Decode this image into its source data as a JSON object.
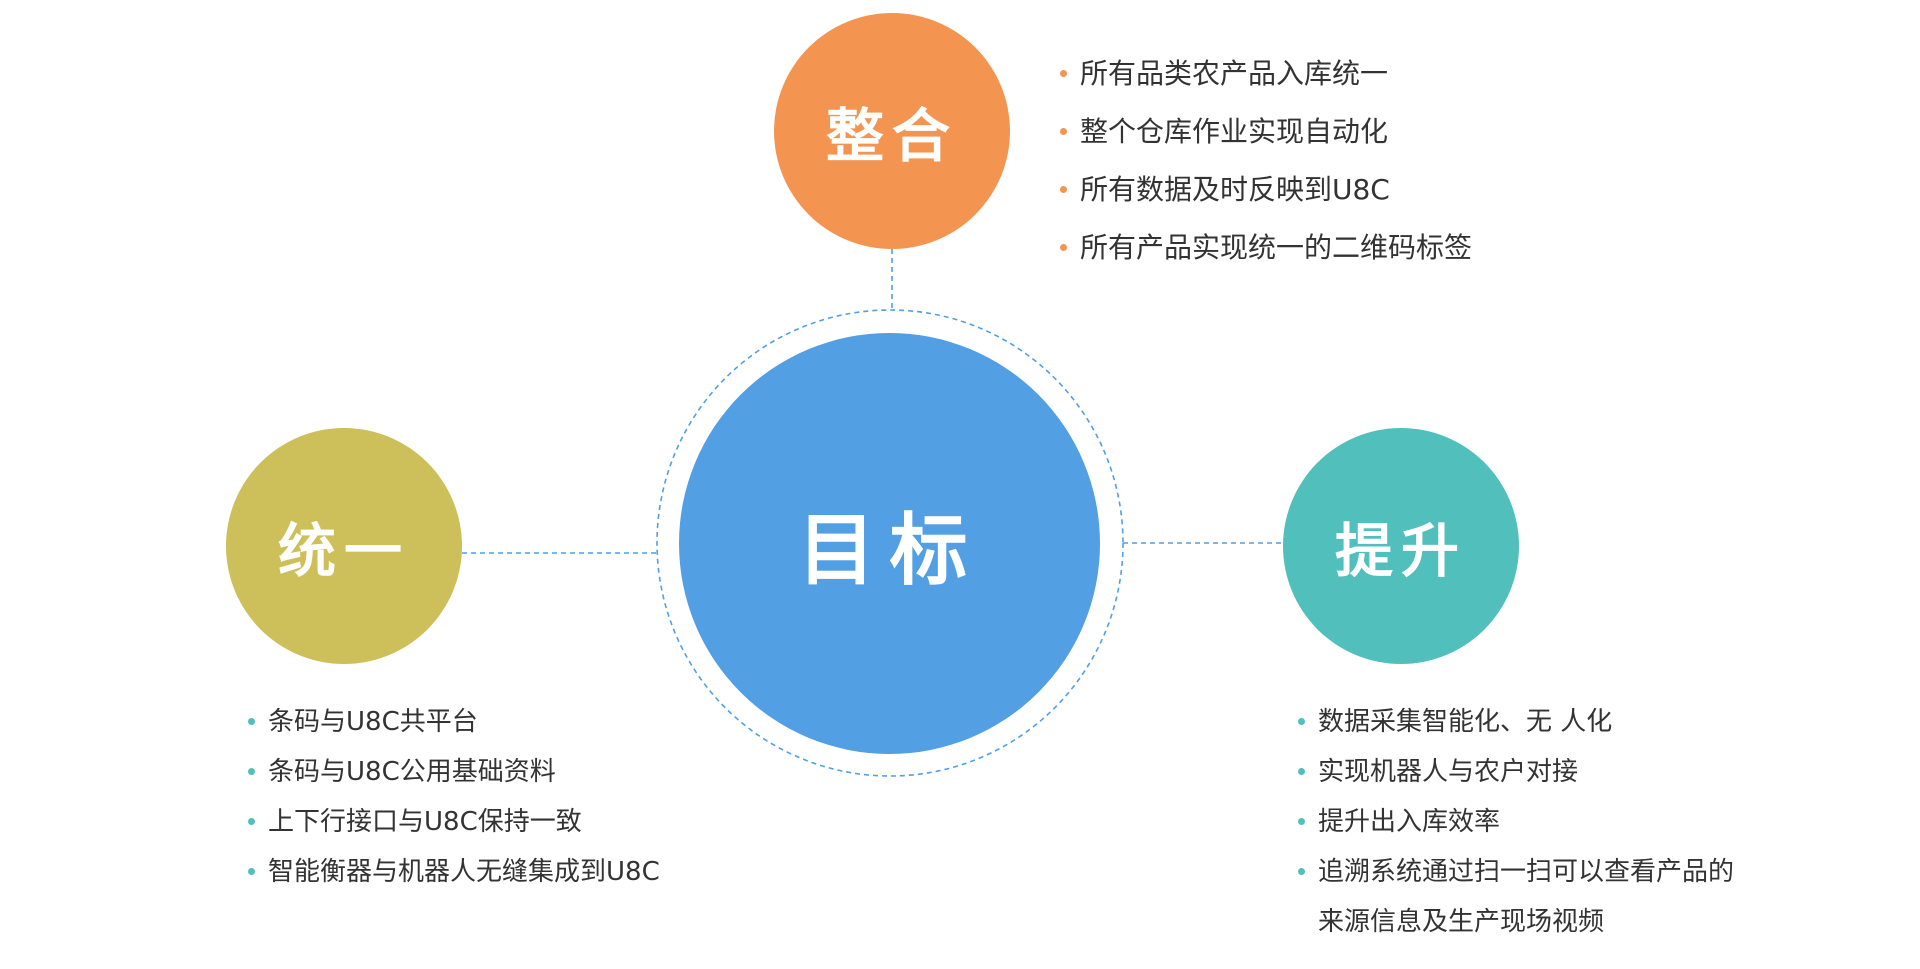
{
  "colors": {
    "center": "#529fe3",
    "top": "#f39550",
    "left": "#cdbf59",
    "right": "#51bfbc",
    "connector": "#529fe3",
    "text": "#333333"
  },
  "center": {
    "label": "目标"
  },
  "nodes": {
    "top": {
      "label": "整合",
      "bullets": [
        "所有品类农产品入库统一",
        "整个仓库作业实现自动化",
        "所有数据及时反映到U8C",
        "所有产品实现统一的二维码标签"
      ]
    },
    "left": {
      "label": "统一",
      "bullets": [
        "条码与U8C共平台",
        "条码与U8C公用基础资料",
        "上下行接口与U8C保持一致",
        "智能衡器与机器人无缝集成到U8C"
      ]
    },
    "right": {
      "label": "提升",
      "bullets": [
        "数据采集智能化、无   人化",
        "实现机器人与农户对接",
        "提升出入库效率",
        "追溯系统通过扫一扫可以查看产品的",
        "来源信息及生产现场视频"
      ]
    }
  }
}
